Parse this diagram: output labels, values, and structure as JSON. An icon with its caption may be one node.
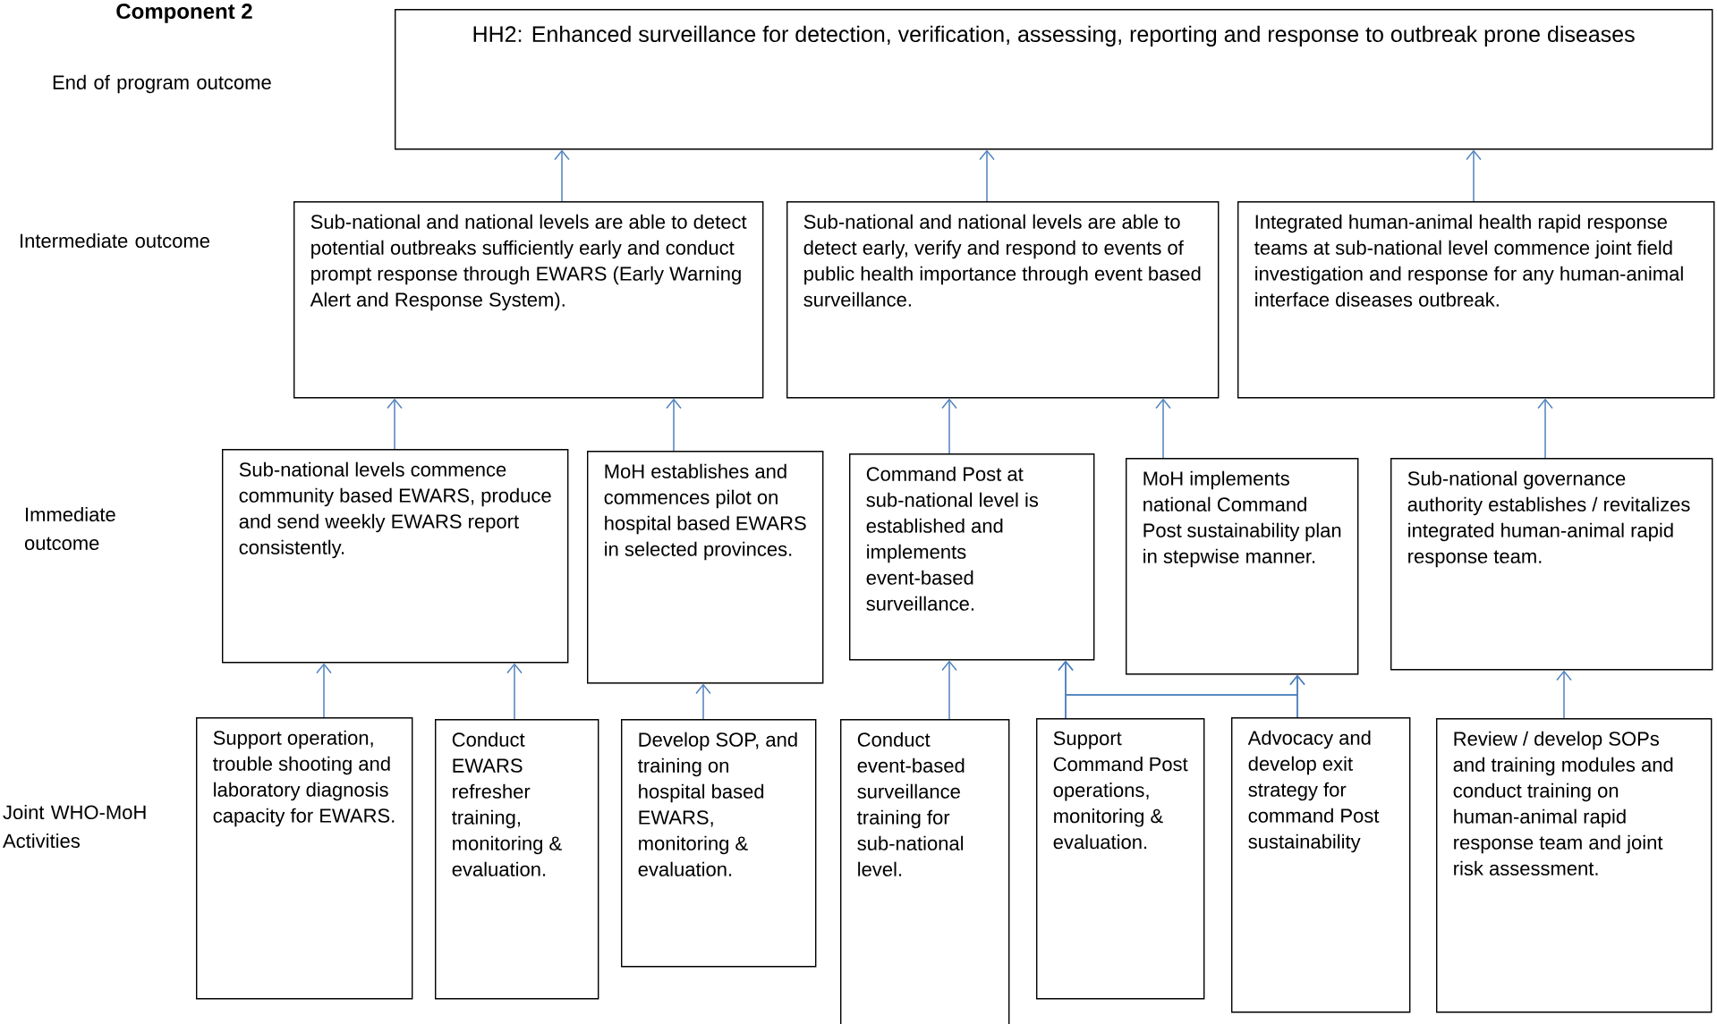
{
  "diagram": {
    "title": "Component 2",
    "nodes": [
      {
        "text": [
          "HH2: Enhanced surveillance for detection, verification, assessing, reporting and response to outbreak prone diseases"
        ]
      },
      {
        "text": [
          "Sub-national and national levels are able to detect potential outbreaks sufficiently early and conduct prompt response through EWARS (Early Warning Alert and Response System)."
        ]
      },
      {
        "text": [
          "Sub-national and national levels are able to detect early, verify and respond to events of public health importance through event based surveillance."
        ]
      },
      {
        "text": [
          "Integrated human-animal health rapid response teams at sub-national level commence joint field investigation and response for any human-animal interface diseases outbreak."
        ]
      },
      {
        "text": [
          "Sub-national levels commence community based EWARS, produce and send weekly EWARS report consistently."
        ]
      },
      {
        "text": [
          "MoH establishes and commences pilot on hospital based EWARS in selected provinces."
        ]
      },
      {
        "text": [
          "Command Post at sub-national level is established and implements event-based surveillance."
        ]
      },
      {
        "text": [
          "MoH implements national Command Post sustainability plan in stepwise manner."
        ]
      },
      {
        "text": [
          "Sub-national governance authority establishes / revitalizes integrated human-animal rapid response team."
        ]
      },
      {
        "text": [
          "Support operation, trouble shooting and laboratory diagnosis capacity for EWARS."
        ]
      },
      {
        "text": [
          "Conduct EWARS refresher training, monitoring & evaluation."
        ]
      },
      {
        "text": [
          "Develop SOP, and training on hospital based EWARS, monitoring & evaluation."
        ]
      },
      {
        "text": [
          "Conduct event-based surveillance training for sub-national level."
        ]
      },
      {
        "text": [
          "Support Command Post operations, monitoring & evaluation."
        ]
      },
      {
        "text": [
          "Advocacy and develop exit strategy for command Post sustainability"
        ]
      },
      {
        "text": [
          "Review / develop SOPs and training modules and conduct training on human-animal rapid response team and joint risk assessment."
        ]
      }
    ],
    "edges": [
      {
        "from": 1,
        "to": 0,
        "arrow": "to"
      },
      {
        "from": 2,
        "to": 0,
        "arrow": "to"
      },
      {
        "from": 3,
        "to": 0,
        "arrow": "to"
      },
      {
        "from": 4,
        "to": 1,
        "arrow": "to"
      },
      {
        "from": 5,
        "to": 1,
        "arrow": "to"
      },
      {
        "from": 6,
        "to": 2,
        "arrow": "to"
      },
      {
        "from": 7,
        "to": 2,
        "arrow": "to"
      },
      {
        "from": 8,
        "to": 3,
        "arrow": "to"
      },
      {
        "from": 9,
        "to": 4,
        "arrow": "to"
      },
      {
        "from": 10,
        "to": 4,
        "arrow": "to"
      },
      {
        "from": 11,
        "to": 5,
        "arrow": "to"
      },
      {
        "from": 12,
        "to": 6,
        "arrow": "to"
      },
      {
        "from": 13,
        "to": 6,
        "arrow": "to"
      },
      {
        "from": 13,
        "to": 7,
        "arrow": "to"
      },
      {
        "from": 14,
        "to": 6,
        "arrow": "to"
      },
      {
        "from": 14,
        "to": 7,
        "arrow": "to"
      },
      {
        "from": 15,
        "to": 8,
        "arrow": "to"
      }
    ],
    "labels": [
      "End of program outcome",
      "Intermediate outcome",
      "Immediate outcome",
      "Joint WHO-MoH Activities"
    ]
  }
}
